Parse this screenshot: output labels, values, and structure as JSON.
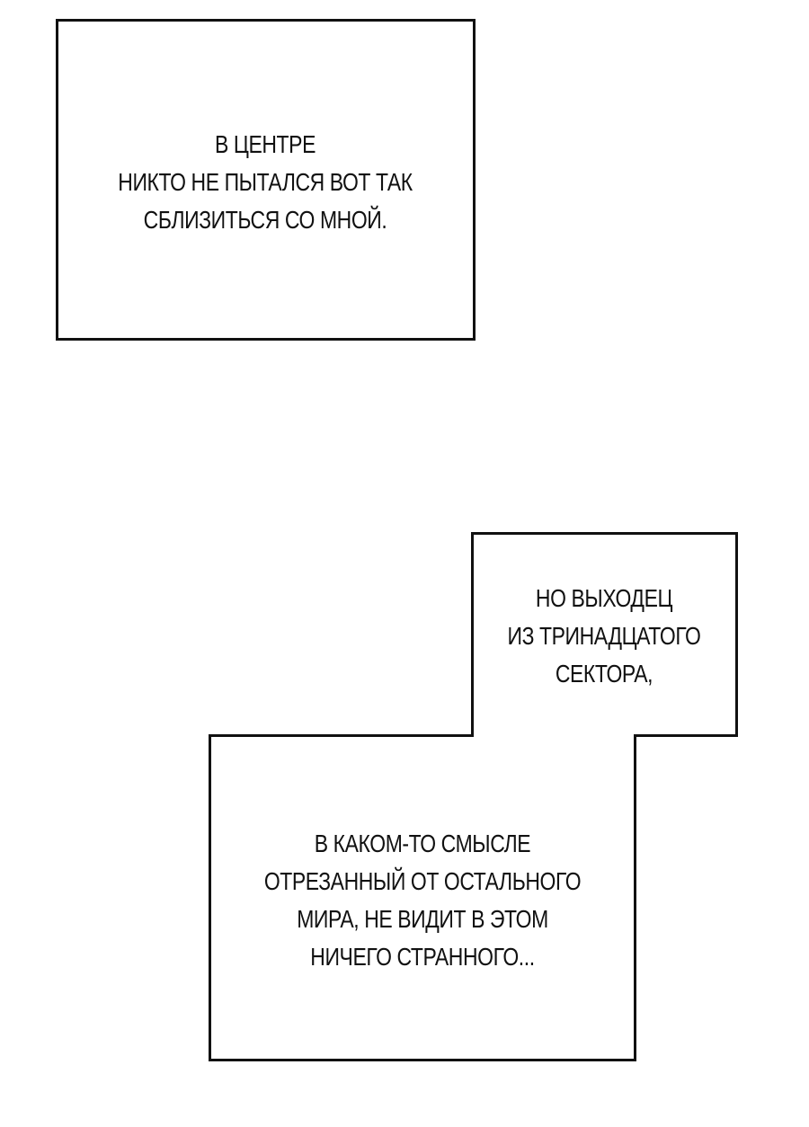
{
  "panels": [
    {
      "lines": [
        "В ЦЕНТРЕ",
        "НИКТО НЕ ПЫТАЛСЯ ВОТ ТАК",
        "СБЛИЗИТЬСЯ СО МНОЙ."
      ]
    },
    {
      "lines": [
        "НО ВЫХОДЕЦ",
        "ИЗ ТРИНАДЦАТОГО",
        "СЕКТОРА,"
      ]
    },
    {
      "lines": [
        "В КАКОМ-ТО СМЫСЛЕ",
        "ОТРЕЗАННЫЙ ОТ ОСТАЛЬНОГО",
        "МИРА, НЕ ВИДИТ В ЭТОМ",
        "НИЧЕГО СТРАННОГО..."
      ]
    }
  ],
  "colors": {
    "background": "#ffffff",
    "border": "#111111",
    "text": "#111111"
  }
}
